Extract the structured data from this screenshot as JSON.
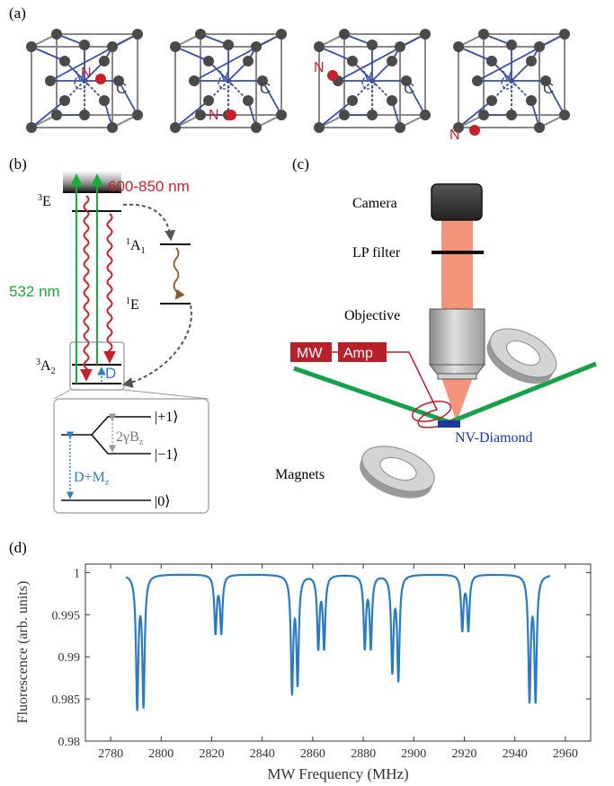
{
  "panel_labels": {
    "a": "(a)",
    "b": "(b)",
    "c": "(c)",
    "d": "(d)"
  },
  "panel_a": {
    "nitrogen_label": "N",
    "vacancy_label": "V",
    "carbon_label": "C",
    "colors": {
      "carbon": "#4a4a4a",
      "bond": "#3a4fa0",
      "nitrogen": "#c8202a",
      "edge": "#888888"
    }
  },
  "panel_b": {
    "level_3E": "3E",
    "level_1A1": "1A1",
    "level_1E": "1E",
    "level_3A2": "3A2",
    "excitation_label": "532 nm",
    "emission_label": "600-850 nm",
    "zfs_label": "D",
    "inset": {
      "plus1": "|+1⟩",
      "minus1": "|−1⟩",
      "zero": "|0⟩",
      "zeeman_label": "2γBz",
      "shift_label": "D+Mz"
    },
    "colors": {
      "green": "#1aaa3a",
      "red": "#c8202a",
      "blue": "#2a7fc8",
      "brown": "#8a5a2a"
    }
  },
  "panel_c": {
    "camera": "Camera",
    "lp_filter": "LP filter",
    "objective": "Objective",
    "mw": "MW",
    "amp": "Amp",
    "nv_diamond": "NV-Diamond",
    "magnets": "Magnets",
    "colors": {
      "beam": "#f2957a",
      "laser": "#16a04a",
      "mw_box": "#b8202a",
      "diamond": "#1a3aa0"
    }
  },
  "chart_data": {
    "type": "line",
    "xlabel": "MW Frequency (MHz)",
    "ylabel": "Fluorescence (arb. units)",
    "xlim": [
      2770,
      2970
    ],
    "ylim": [
      0.98,
      1.001
    ],
    "xticks": [
      2780,
      2800,
      2820,
      2840,
      2860,
      2880,
      2900,
      2920,
      2940,
      2960
    ],
    "yticks": [
      0.98,
      0.985,
      0.99,
      0.995,
      1
    ],
    "ytick_labels": [
      "0.98",
      "0.985",
      "0.99",
      "0.995",
      "1"
    ],
    "x_range": [
      2786,
      2954
    ],
    "baseline": 0.9998,
    "color": "#2a7bbf",
    "dips": [
      {
        "x": 2790.5,
        "depth": 0.0155
      },
      {
        "x": 2793.0,
        "depth": 0.0152
      },
      {
        "x": 2821.5,
        "depth": 0.0068
      },
      {
        "x": 2823.8,
        "depth": 0.0068
      },
      {
        "x": 2851.8,
        "depth": 0.0136
      },
      {
        "x": 2854.0,
        "depth": 0.0125
      },
      {
        "x": 2862.2,
        "depth": 0.0085
      },
      {
        "x": 2864.5,
        "depth": 0.0085
      },
      {
        "x": 2880.6,
        "depth": 0.0085
      },
      {
        "x": 2883.0,
        "depth": 0.0085
      },
      {
        "x": 2891.5,
        "depth": 0.0112
      },
      {
        "x": 2893.9,
        "depth": 0.0122
      },
      {
        "x": 2919.2,
        "depth": 0.0065
      },
      {
        "x": 2921.6,
        "depth": 0.0065
      },
      {
        "x": 2945.8,
        "depth": 0.0146
      },
      {
        "x": 2948.2,
        "depth": 0.0146
      }
    ]
  }
}
